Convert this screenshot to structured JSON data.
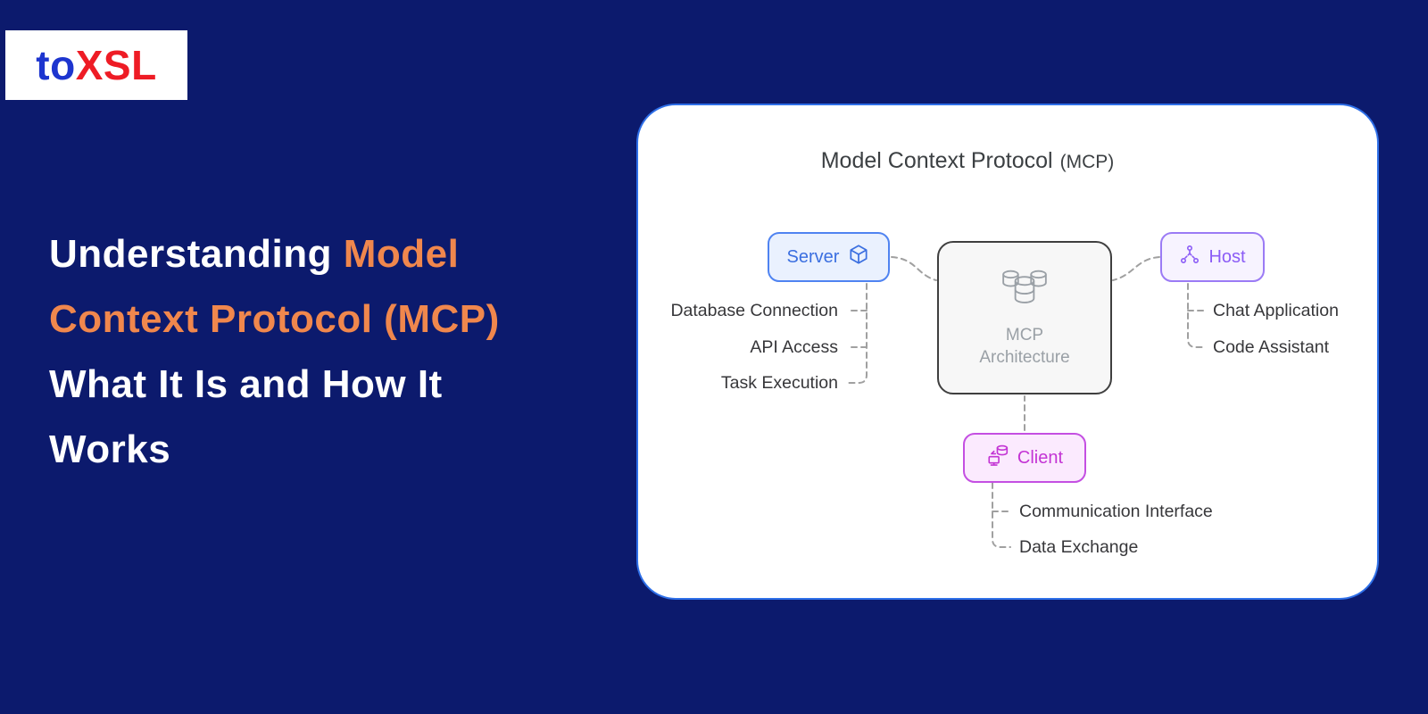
{
  "brand": {
    "logo_prefix": "to",
    "logo_suffix": "XSL",
    "logo_prefix_color": "#1d35cf",
    "logo_suffix_color": "#ee1c25"
  },
  "colors": {
    "background": "#0c1a6d",
    "accent_orange": "#f0874d",
    "card_border": "#2e6fe8",
    "server_color": "#3b6fe0",
    "host_color": "#8b5cf6",
    "client_color": "#c334d4",
    "center_color": "#9aa0a6"
  },
  "headline": {
    "line1_white": "Understanding ",
    "line1_orange": "Model",
    "line2_orange": "Context Protocol (MCP)",
    "line3_white": "What It Is and How It",
    "line4_white": "Works"
  },
  "diagram": {
    "title": "Model Context Protocol",
    "title_suffix": "(MCP)",
    "server": {
      "label": "Server",
      "icon": "cube-icon"
    },
    "host": {
      "label": "Host",
      "icon": "network-icon"
    },
    "client": {
      "label": "Client",
      "icon": "data-exchange-icon"
    },
    "center": {
      "line1": "MCP",
      "line2": "Architecture",
      "icon": "database-cluster-icon"
    },
    "server_labels": [
      "Database Connection",
      "API Access",
      "Task Execution"
    ],
    "host_labels": [
      "Chat Application",
      "Code Assistant"
    ],
    "client_labels": [
      "Communication Interface",
      "Data Exchange"
    ]
  }
}
